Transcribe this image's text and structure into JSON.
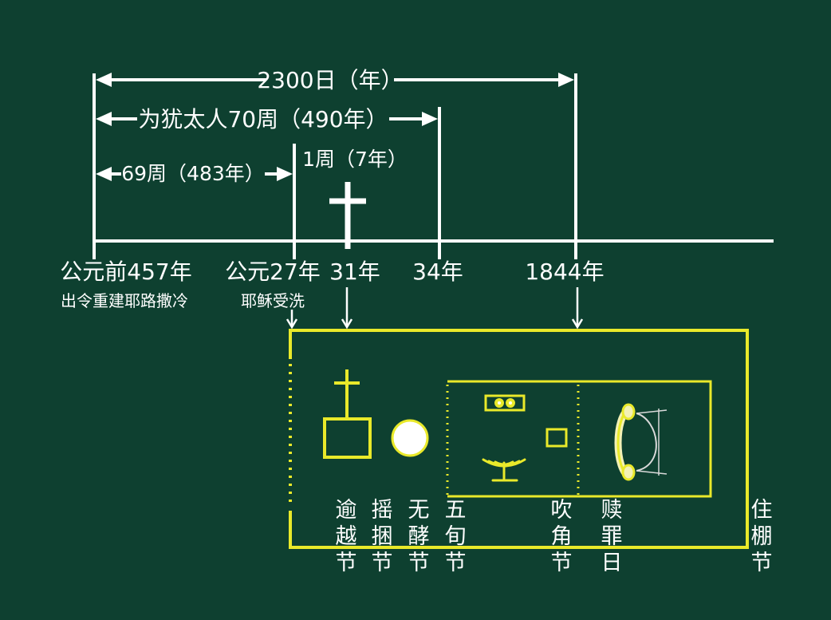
{
  "spans": {
    "full": "2300日（年）",
    "seventy": "为犹太人70周（490年）",
    "sixtynine": "69周（483年）",
    "one_week": "1周（7年）"
  },
  "timeline": {
    "bc457": {
      "year": "公元前457年",
      "caption": "出令重建耶路撒冷"
    },
    "ad27": {
      "year": "公元27年",
      "caption": "耶稣受洗"
    },
    "ad31": {
      "year": "31年"
    },
    "ad34": {
      "year": "34年"
    },
    "y1844": {
      "year": "1844年"
    }
  },
  "feasts": {
    "passover": [
      "逾",
      "越",
      "节"
    ],
    "wave_sheaf": [
      "摇",
      "捆",
      "节"
    ],
    "unleavened": [
      "无",
      "酵",
      "节"
    ],
    "pentecost": [
      "五",
      "旬",
      "节"
    ],
    "trumpets": [
      "吹",
      "角",
      "节"
    ],
    "atonement": [
      "赎",
      "罪",
      "日"
    ],
    "tabernacles": [
      "住",
      "棚",
      "节"
    ]
  },
  "colors": {
    "background": "#0e4030",
    "timeline": "#ffffff",
    "sanctuary": "#e9e92a",
    "moon": "#ffffff"
  },
  "icons": [
    "cross-icon",
    "altar-icon",
    "laver-icon",
    "table-of-showbread-icon",
    "menorah-icon",
    "incense-altar-icon",
    "ark-of-covenant-icon"
  ]
}
